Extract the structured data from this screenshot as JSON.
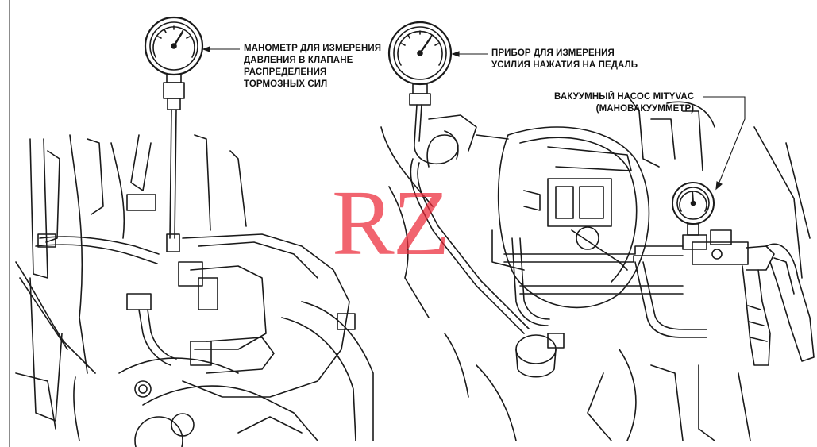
{
  "labels": {
    "brake_valve_gauge": {
      "line1": "МАНОМЕТР ДЛЯ ИЗМЕРЕНИЯ",
      "line2": "ДАВЛЕНИЯ В КЛАПАНЕ",
      "line3": "РАСПРЕДЕЛЕНИЯ",
      "line4": "ТОРМОЗНЫХ СИЛ"
    },
    "pedal_force_gauge": {
      "line1": "ПРИБОР ДЛЯ ИЗМЕРЕНИЯ",
      "line2": "УСИЛИЯ НАЖАТИЯ НА ПЕДАЛЬ"
    },
    "vacuum_pump": {
      "line1": "ВАКУУМНЫЙ НАСОС MITYVAC",
      "line2": "(МАНОВАКУУММЕТР)"
    }
  },
  "watermark": "RZ",
  "colors": {
    "line": "#1a1a1a",
    "watermark": "#eb2837",
    "background": "#ffffff"
  }
}
